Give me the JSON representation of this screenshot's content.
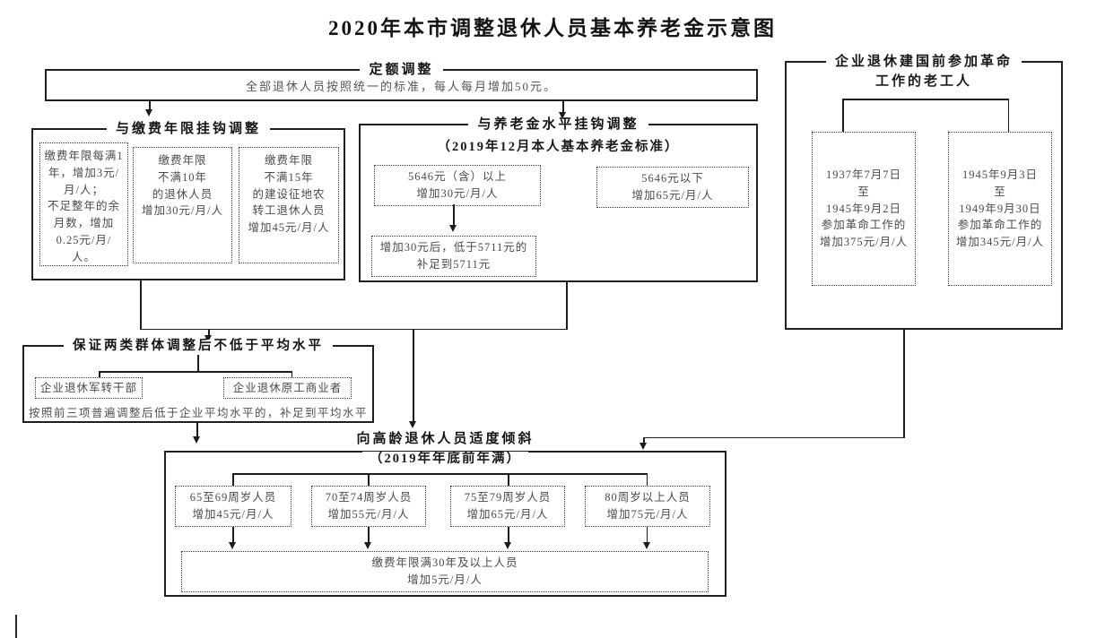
{
  "title": "2020年本市调整退休人员基本养老金示意图",
  "fixed_adjustment": {
    "label": "定额调整",
    "content": "全部退休人员按照统一的标准，每人每月增加50元。"
  },
  "contribution_adjustment": {
    "label": "与缴费年限挂钩调整",
    "boxes": [
      {
        "text": "缴费年限每满1\n年，增加3元/\n月/人；\n不足整年的余\n月数，增加\n0.25元/月/\n人。"
      },
      {
        "text": "缴费年限\n不满10年\n的退休人员\n增加30元/月/人"
      },
      {
        "text": "缴费年限\n不满15年\n的建设征地农\n转工退休人员\n增加45元/月/人"
      }
    ]
  },
  "pension_level_adjustment": {
    "label": "与养老金水平挂钩调整",
    "sublabel": "（2019年12月本人基本养老金标准）",
    "above_box": "5646元（含）以上\n增加30元/月/人",
    "below_box": "5646元以下\n增加65元/月/人",
    "topup_box": "增加30元后，低于5711元的\n补足到5711元"
  },
  "veteran_workers": {
    "label_line1": "企业退休建国前参加革命",
    "label_line2": "工作的老工人",
    "boxes": [
      {
        "text": "1937年7月7日\n至\n1945年9月2日\n参加革命工作的\n增加375元/月/人"
      },
      {
        "text": "1945年9月3日\n至\n1949年9月30日\n参加革命工作的\n增加345元/月/人"
      }
    ]
  },
  "guarantee_average": {
    "label": "保证两类群体调整后不低于平均水平",
    "groups": [
      {
        "text": "企业退休军转干部"
      },
      {
        "text": "企业退休原工商业者"
      }
    ],
    "note": "按照前三项普遍调整后低于企业平均水平的，补足到平均水平"
  },
  "elderly_tilt": {
    "label": "向高龄退休人员适度倾斜",
    "sublabel": "（2019年年底前年满）",
    "age_boxes": [
      {
        "text": "65至69周岁人员\n增加45元/月/人"
      },
      {
        "text": "70至74周岁人员\n增加55元/月/人"
      },
      {
        "text": "75至79周岁人员\n增加65元/月/人"
      },
      {
        "text": "80周岁以上人员\n增加75元/月/人"
      }
    ],
    "bottom_box": "缴费年限满30年及以上人员\n增加5元/月/人"
  },
  "colors": {
    "line": "#1c1c1c",
    "label_text": "#151515",
    "body_text": "#4a4a4a"
  }
}
